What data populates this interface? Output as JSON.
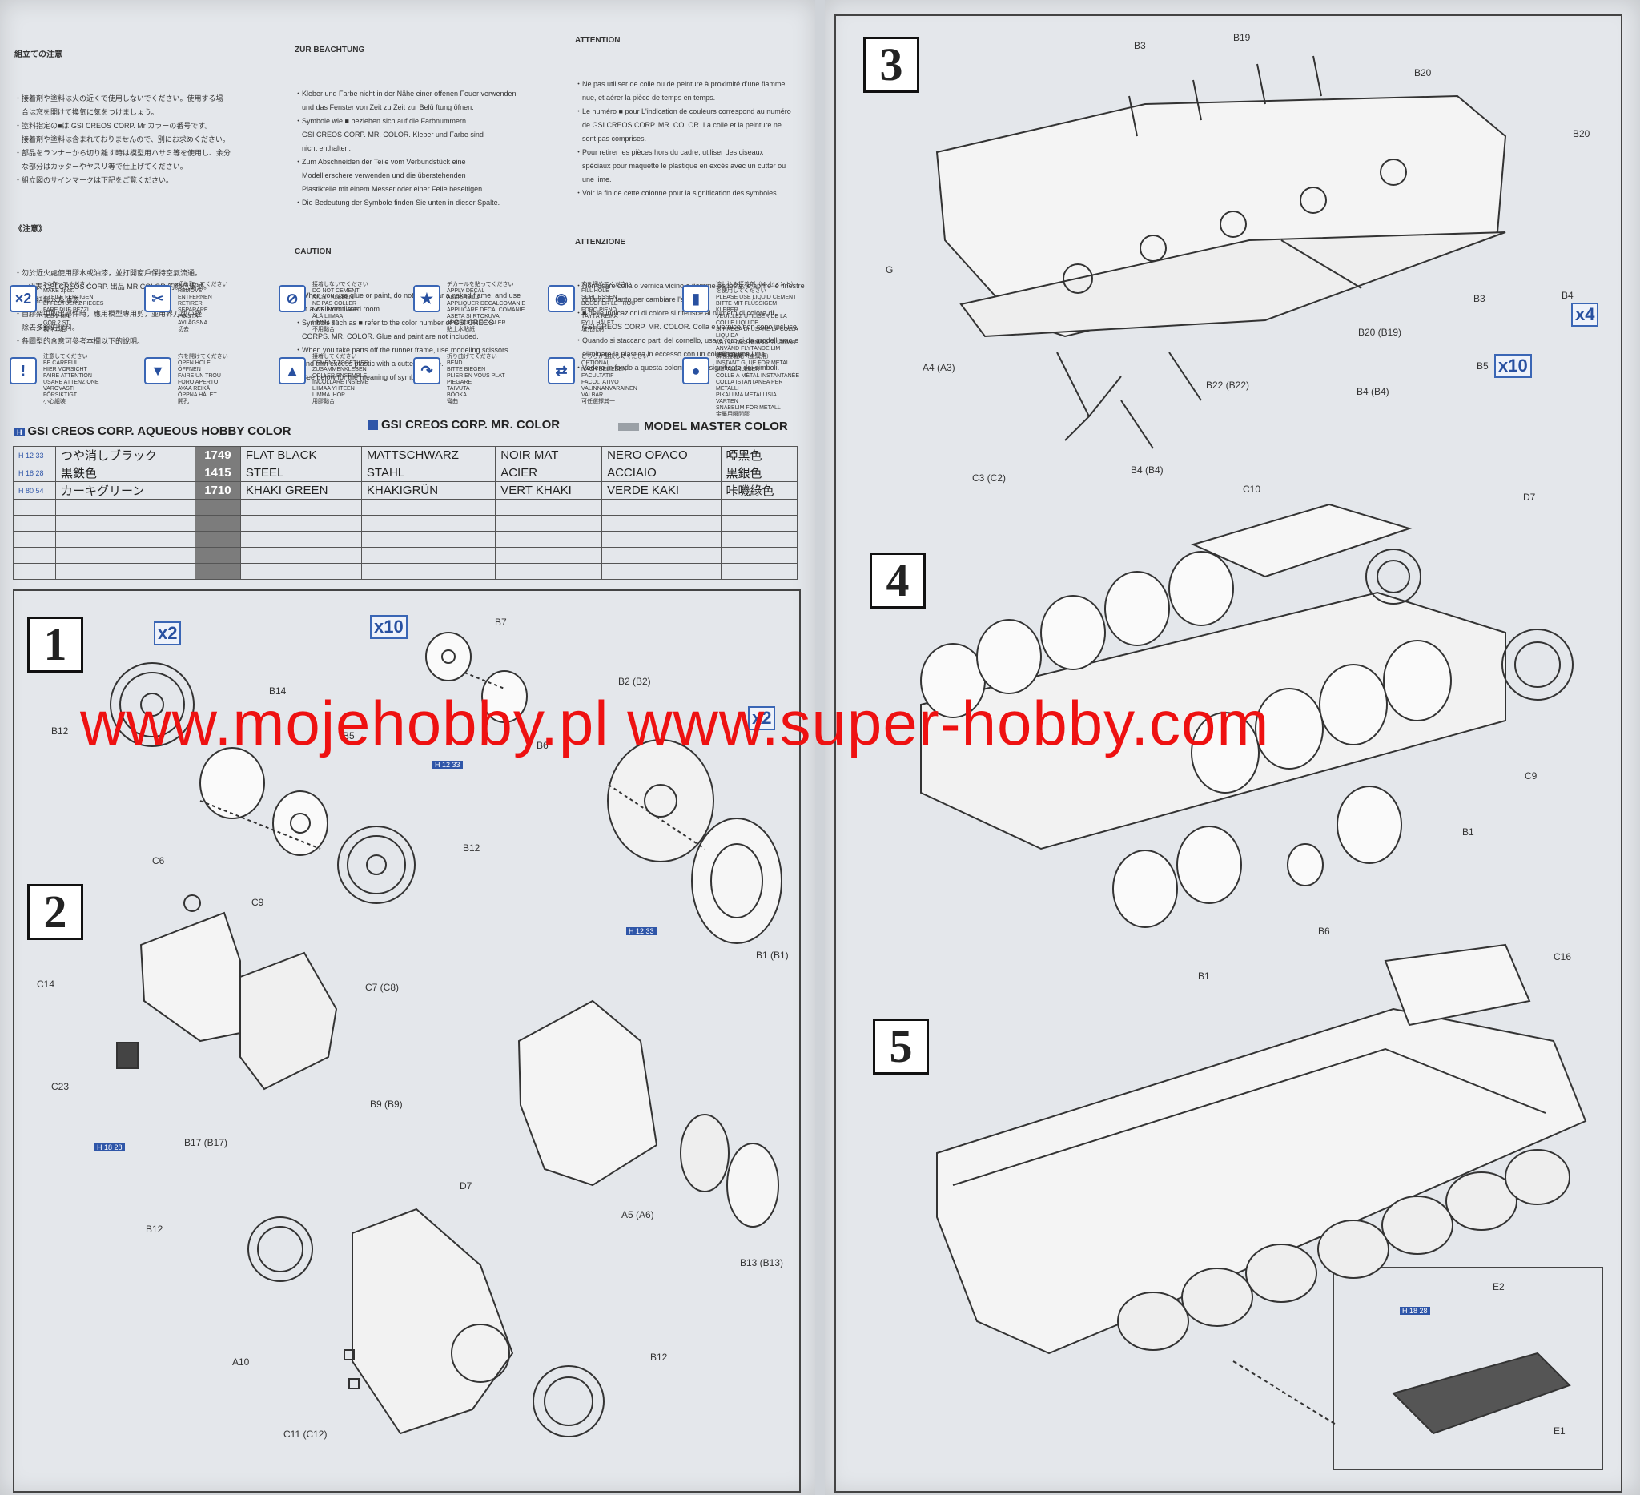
{
  "notes": {
    "jp_title": "組立ての注意",
    "jp_lines": [
      "・接着剤や塗料は火の近くで使用しないでください。使用する場",
      "　合は窓を開けて換気に気をつけましょう。",
      "・塗料指定の■は GSI CREOS CORP. Mr カラーの番号です。",
      "　接着剤や塗料は含まれておりませんので、別にお求めください。",
      "・部品をランナーから切り離す時は模型用ハサミ等を使用し、余分",
      "　な部分はカッターやヤスリ等で仕上げてください。",
      "・組立図のサインマークは下記をご覧ください。"
    ],
    "cn_title": "《注意》",
    "cn_lines": [
      "・勿於近火處使用膠水或油漆，並打開窗戶保持空氣流通。",
      "・■ 代表 GSI CREOS CORP. 出品 MR.COLOR 的顏色編號。",
      "　不包括膠水及油漆。",
      "・自膠架中取出部件時，應用模型專用剪，並用界刀或小銼",
      "　除去多餘的膠料。",
      "・各圖型的含意可參考本欄以下的說明。"
    ],
    "de_title": "ZUR BEACHTUNG",
    "de_lines": [
      "・Kleber und Farbe nicht in der Nähe einer offenen Feuer verwenden",
      "　und das Fenster von Zeit zu Zeit zur Belü ftung öfnen.",
      "・Symbole wie ■ beziehen sich auf die Farbnummern",
      "　GSI CREOS CORP. MR. COLOR. Kleber und Farbe sind",
      "　nicht enthalten.",
      "・Zum Abschneiden der Teile vom Verbundstück eine",
      "　Modellierschere verwenden und die überstehenden",
      "　Plastikteile mit einem Messer oder einer Feile beseitigen.",
      "・Die Bedeutung der Symbole finden Sie unten in dieser Spalte."
    ],
    "en_title": "CAUTION",
    "en_lines": [
      "・When you use glue or paint, do not use near a naked flame, and use",
      "　in a well-ventilated room.",
      "・Symbols such as ■ refer to the color number of GSI CREOS",
      "　CORPS. MR. COLOR. Glue and paint are not included.",
      "・When you take parts off the runner frame, use modeling scissors",
      "　and trim excess plastic with a cutter or a file.",
      "・See below for the meaning of symbols."
    ],
    "fr_title": "ATTENTION",
    "fr_lines": [
      "・Ne pas utiliser de colle ou de peinture à proximité d'une flamme",
      "　nue, et aérer la pièce de temps en temps.",
      "・Le numéro ■ pour L'indication de couleurs correspond au numéro",
      "　de GSI CREOS CORP. MR. COLOR. La colle et la peinture ne",
      "　sont pas comprises.",
      "・Pour retirer les pièces hors du cadre, utiliser des ciseaux",
      "　spéciaux pour maquette le plastique en excès avec un cutter ou",
      "　une lime.",
      "・Voir la fin de cette colonne pour la signification des symboles."
    ],
    "it_title": "ATTENZIONE",
    "it_lines": [
      "・Non usare colla o vernica vicino a fiamme esposte, e aprire le finestre",
      "　di tanto in tanto per cambiare l'aria.",
      "・■ delle indicazioni di colore si riferisce al numero di colore di",
      "　GSI CREOS CORP. MR. COLOR. Colla e vernice non sono incluse.",
      "・Quando si staccano parti del cornello, usare forbici da modellismo e",
      "　eliminare la plastica in eccesso con un coltello o una lima.",
      "・Vedere in fondo a questa colonna per il significato dei simboli."
    ]
  },
  "legend": [
    {
      "icon": "x2",
      "text": "2つ作ってください\nMAKE 2pcs.\n2 TEILE FERTIGEN\nEFFECTUER 2 PIECES\nFARE DUE PEZZI\nTEE 2 KPL\nGÖR 2 ST\n製作二組"
    },
    {
      "icon": "cut",
      "text": "切り取ってください\nREMOVE\nENTFERNEN\nRETIRER\nSEPARARE\nPOISTA\nAVLÄGSNA\n切去"
    },
    {
      "icon": "no-glue",
      "text": "接着しないでください\nDO NOT CEMENT\nNICHT KLEBEN\nNE PAS COLLER\nNON INCOLLARE\nÄLÄ LIIMAA\nLIMMA EJ\n不用黏合"
    },
    {
      "icon": "decal",
      "text": "デカールを貼ってください\nAPPLY DECAL\nABZIEHBILD\nAPPLIQUER DECALCOMANIE\nAPPLICARE DECALCOMANIE\nASETA SIIRTOKUVA\nAPPLICERA DEKALER\n貼上水貼紙"
    },
    {
      "icon": "fill-hole",
      "text": "穴を埋めてください\nFILL HOLE\nSCHLIESSEN\nBOUCHER LE TROU\nFORO PIENO\nTÄYTÄ REIKÄ\nFYLL HÅLET\n填充孔洞"
    },
    {
      "icon": "mr-cement",
      "text": "流し込み接着剤（Mr.セメント）を使用してください\nPLEASE USE LIQUID CEMENT\nBITTE MIT FLÜSSIGEM KLEBER\nVEUILLEZ UTILISER DE LA COLLE LIQUIDE\nSI PREGA DI USARE LA COLLA LIQUIDA\nKÄYTÄ NESTEMÄISTÄ LIIMAA\nANVÄND FLYTANDE LIM\n使用流動膠水"
    },
    {
      "icon": "careful",
      "text": "注意してください\nBE CAREFUL\nHIER VORSICHT\nFAIRE ATTENTION\nUSARE ATTENZIONE\nVAROVASTI\nFÖRSIKTIGT\n小心組裝"
    },
    {
      "icon": "open-hole",
      "text": "穴を開けてください\nOPEN HOLE\nÖFFNEN\nFAIRE UN TROU\nFORO APERTO\nAVAA REIKÄ\nÖPPNA HÅLET\n開孔"
    },
    {
      "icon": "cement",
      "text": "接着してください\nCEMENT TOGETHER\nZUSAMMENKLEBEN\nCOLLER ENSEMBLE\nINCOLLARE INSIEME\nLIIMAA YHTEEN\nLIMMA IHOP\n用膠黏合"
    },
    {
      "icon": "bend",
      "text": "折り曲げてください\nBEND\nBITTE BIEGEN\nPLIER EN VOUS PLAT\nPIEGARE\nTAIVUTA\nBÖOKA\n彎曲"
    },
    {
      "icon": "optional",
      "text": "どちらか選択してください\nOPTIONAL\nNACH BELIEBEN\nFACULTATIF\nFACOLTATIVO\nVALINNANVARAINEN\nVALBAR\n可任選擇其一"
    },
    {
      "icon": "metal-glue",
      "text": "瞬間接着剤（金属用）\nINSTANT GLUE FOR METAL\nMETALLKLEBER\nCOLLE À MÉTAL INSTANTANÉE\nCOLLA ISTANTANEA PER METALLI\nPIKALIIMA METALLISIA VARTEN\nSNABBLIM FÖR METALL\n金屬用瞬間膠"
    }
  ],
  "color_header": {
    "aqueous": "GSI CREOS CORP. AQUEOUS HOBBY COLOR",
    "mr": "GSI CREOS CORP. MR. COLOR",
    "mm": "MODEL MASTER COLOR"
  },
  "colors": [
    {
      "h": "H 12 33",
      "jp": "つや消しブラック",
      "code": "1749",
      "en": "FLAT BLACK",
      "de": "MATTSCHWARZ",
      "fr": "NOIR MAT",
      "it": "NERO OPACO",
      "cn": "啞黑色"
    },
    {
      "h": "H 18 28",
      "jp": "黒鉄色",
      "code": "1415",
      "en": "STEEL",
      "de": "STAHL",
      "fr": "ACIER",
      "it": "ACCIAIO",
      "cn": "黑銀色"
    },
    {
      "h": "H 80 54",
      "jp": "カーキグリーン",
      "code": "1710",
      "en": "KHAKI GREEN",
      "de": "KHAKIGRÜN",
      "fr": "VERT KHAKI",
      "it": "VERDE KAKI",
      "cn": "咔嘰綠色"
    }
  ],
  "steps": {
    "s1": {
      "num": "1",
      "counts": [
        "x2",
        "x10",
        "x2"
      ],
      "labels": [
        "B7",
        "B14",
        "B12",
        "B5",
        "B6",
        "B2 (B2)",
        "B12",
        "B1 (B1)"
      ],
      "paint": "H 12 33"
    },
    "s2": {
      "num": "2",
      "labels": [
        "C6",
        "C9",
        "C14",
        "C7 (C8)",
        "C23",
        "B9 (B9)",
        "B17 (B17)",
        "D7",
        "B12",
        "A5 (A6)",
        "B13 (B13)",
        "A10",
        "B12",
        "C11 (C12)"
      ],
      "paint": "H 18 28"
    },
    "s3": {
      "num": "3",
      "counts": [
        "x4",
        "x10"
      ],
      "labels": [
        "B3",
        "B19",
        "B20",
        "B20",
        "B3",
        "G",
        "B3",
        "B4",
        "B20 (B19)",
        "B5",
        "A4 (A3)",
        "B22 (B22)",
        "B4 (B4)",
        "C3 (C2)",
        "B4 (B4)"
      ]
    },
    "s4": {
      "num": "4",
      "labels": [
        "C10",
        "D7",
        "C9",
        "B1",
        "B6",
        "B1"
      ]
    },
    "s5": {
      "num": "5",
      "labels": [
        "C16",
        "E2",
        "E1"
      ],
      "paint": "H 18 28"
    }
  },
  "watermark": "www.mojehobby.pl www.super-hobby.com",
  "colors_theme": {
    "blue": "#2f56a8",
    "red": "#ee1111",
    "paper": "#e4e7eb"
  }
}
